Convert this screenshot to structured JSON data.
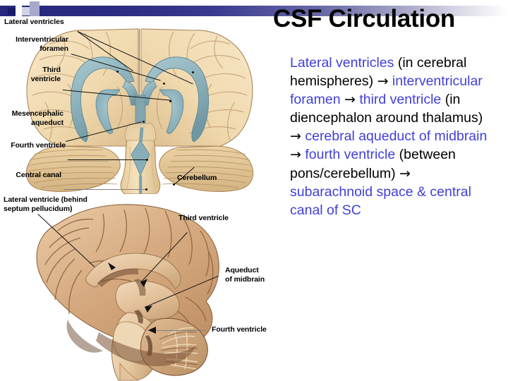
{
  "slide": {
    "title": "CSF Circulation",
    "accent_color": "#4040d8",
    "header_bar_color": "#27277d",
    "background": "#ffffff"
  },
  "header": {
    "squares": [
      {
        "name": "dark-square",
        "color": "#1c1c66"
      },
      {
        "name": "light-square-1",
        "color": "#d3d3e6"
      },
      {
        "name": "light-square-2",
        "color": "#a8a8cb"
      }
    ]
  },
  "pathway": {
    "segments": [
      {
        "text": "Lateral ventricles",
        "style": "highlight"
      },
      {
        "text": " (in cerebral hemispheres) ",
        "style": "plain"
      },
      {
        "text": "→",
        "style": "arrow"
      },
      {
        "text": " ",
        "style": "plain"
      },
      {
        "text": "interventricular foramen",
        "style": "highlight"
      },
      {
        "text": " ",
        "style": "plain"
      },
      {
        "text": "→",
        "style": "arrow"
      },
      {
        "text": " ",
        "style": "plain"
      },
      {
        "text": "third ventricle",
        "style": "highlight"
      },
      {
        "text": " (in diencephalon around thalamus) ",
        "style": "plain"
      },
      {
        "text": "→",
        "style": "arrow"
      },
      {
        "text": " ",
        "style": "plain"
      },
      {
        "text": "cerebral aqueduct of midbrain",
        "style": "highlight"
      },
      {
        "text": " ",
        "style": "plain"
      },
      {
        "text": "→",
        "style": "arrow"
      },
      {
        "text": " ",
        "style": "plain"
      },
      {
        "text": "fourth ventricle",
        "style": "highlight"
      },
      {
        "text": " (between pons/cerebellum) ",
        "style": "plain"
      },
      {
        "text": "→",
        "style": "arrow"
      },
      {
        "text": " ",
        "style": "plain"
      },
      {
        "text": "subarachnoid space & central canal of SC",
        "style": "highlight"
      }
    ],
    "plain_text": "Lateral ventricles (in cerebral hemispheres) → interventricular foramen → third ventricle (in diencephalon around thalamus) → cerebral aqueduct of midbrain → fourth ventricle (between pons/cerebellum) → subarachnoid space & central canal of SC"
  },
  "figure_top": {
    "caption_name": "coronal-brain-ventricles-illustration",
    "labels": {
      "lateral_ventricles": "Lateral ventricles",
      "interventricular_foramen": "Interventricular\nforamen",
      "third_ventricle": "Third\nventricle",
      "mesencephalic_aqueduct": "Mesencephalic\naqueduct",
      "fourth_ventricle": "Fourth ventricle",
      "central_canal": "Central canal",
      "cerebellum": "Cerebellum"
    },
    "colors": {
      "ventricle_fill": "#8fb4bd",
      "cortex_fill": "#f2dcb4",
      "cortex_shadow": "#d9bc8c",
      "cerebellum_fill": "#e2c695"
    }
  },
  "figure_bottom": {
    "caption_name": "midsagittal-brain-photograph",
    "labels": {
      "lateral_ventricle": "Lateral ventricle (behind\nseptum pellucidum)",
      "third_ventricle": "Third ventricle",
      "aqueduct_of_midbrain": "Aqueduct\nof midbrain",
      "fourth_ventricle": "Fourth ventricle"
    },
    "colors": {
      "cortex": "#cfa077",
      "white_matter": "#e4c3a0",
      "deep_shadow": "#6b4a32"
    }
  }
}
